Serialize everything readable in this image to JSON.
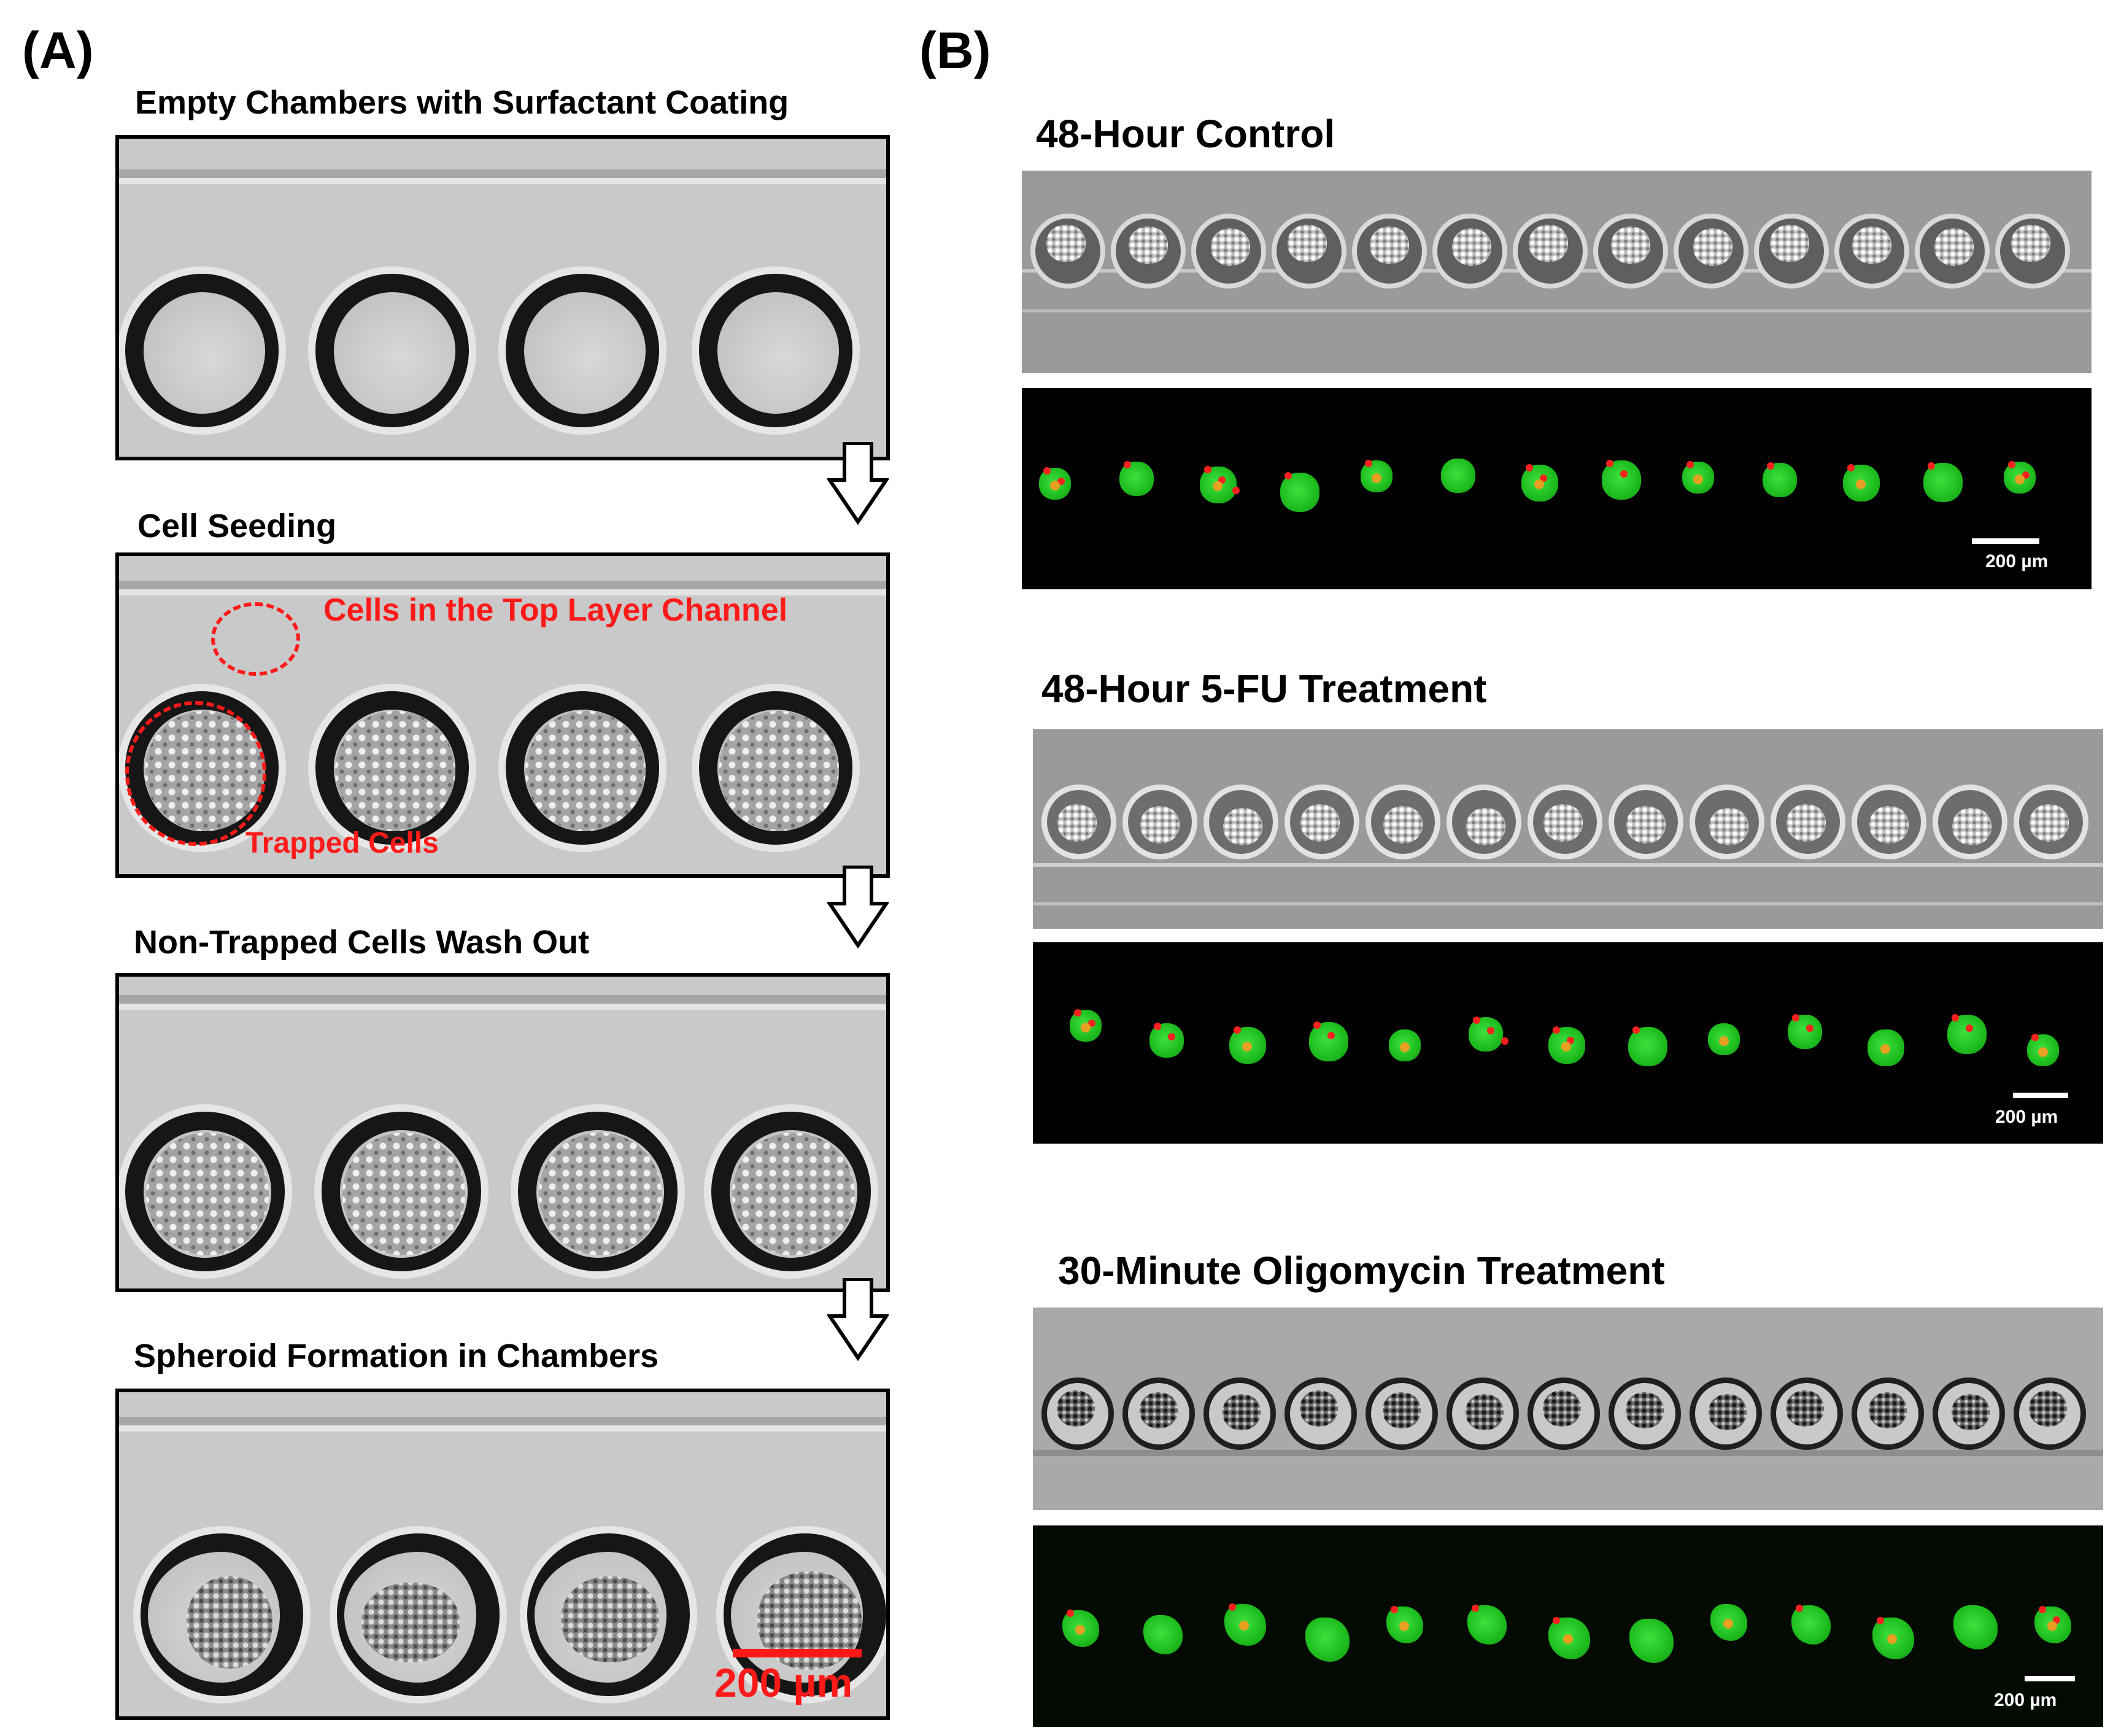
{
  "panel_a": {
    "label": "(A)",
    "steps": [
      {
        "title": "Empty Chambers with Surfactant Coating"
      },
      {
        "title": "Cell Seeding"
      },
      {
        "title": "Non-Trapped Cells Wash Out"
      },
      {
        "title": "Spheroid Formation in Chambers"
      }
    ],
    "annotations": {
      "top_layer": "Cells in the Top Layer Channel",
      "trapped": "Trapped Cells"
    },
    "scale_bar": "200 µm",
    "colors": {
      "annotation": "#ff1a1a",
      "scale_bar": "#ff1a1a"
    }
  },
  "panel_b": {
    "label": "(B)",
    "conditions": [
      {
        "title": "48-Hour Control",
        "scale_bar": "200 µm"
      },
      {
        "title": "48-Hour 5-FU Treatment",
        "scale_bar": "200 µm"
      },
      {
        "title": "30-Minute Oligomycin Treatment",
        "scale_bar": "200 µm"
      }
    ],
    "colors": {
      "live_stain": "#22cc22",
      "dead_stain": "#ff2020"
    }
  },
  "icons": {
    "flow_arrow": "down-arrow-icon"
  }
}
